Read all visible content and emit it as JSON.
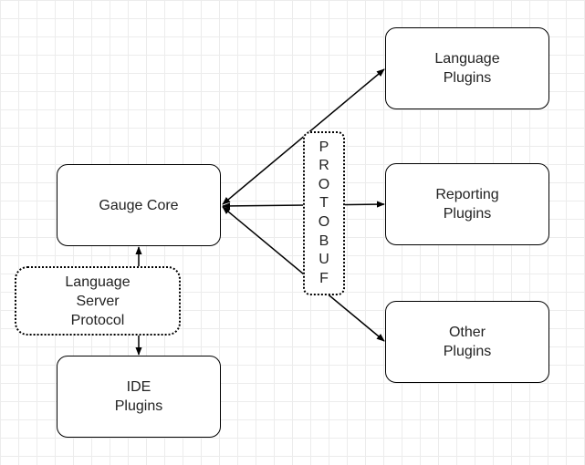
{
  "nodes": {
    "gauge_core": "Gauge Core",
    "ide_plugins": [
      "IDE",
      "Plugins"
    ],
    "language_plugins": [
      "Language",
      "Plugins"
    ],
    "reporting_plugins": [
      "Reporting",
      "Plugins"
    ],
    "other_plugins": [
      "Other",
      "Plugins"
    ]
  },
  "labels": {
    "lsp": [
      "Language",
      "Server",
      "Protocol"
    ],
    "protobuf": [
      "P",
      "R",
      "O",
      "T",
      "O",
      "B",
      "U",
      "F"
    ]
  },
  "colors": {
    "stroke": "#000000",
    "grid": "#ececec",
    "background": "#ffffff"
  }
}
